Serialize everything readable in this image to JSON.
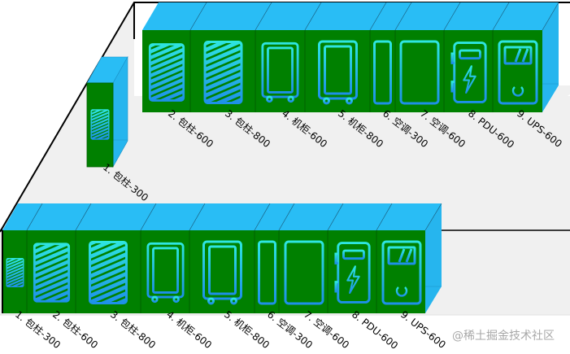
{
  "scene": {
    "type": "data-center-room-layout",
    "colors": {
      "floor": "#f0f0f0",
      "cabinet_front": "#008000",
      "cabinet_top": "#29bdf5",
      "cabinet_side": "#26b5ee",
      "icon_gradient_top": "#2ee6e0",
      "icon_gradient_bottom": "#1e8fe8",
      "wall_line": "#000000"
    }
  },
  "rows": {
    "back_row": {
      "items": [
        {
          "index": "2",
          "label": "2. 包柱-600",
          "icon": "pillar-hatched-icon"
        },
        {
          "index": "3",
          "label": "3. 包柱-800",
          "icon": "pillar-hatched-icon"
        },
        {
          "index": "4",
          "label": "4. 机柜-600",
          "icon": "server-rack-icon"
        },
        {
          "index": "5",
          "label": "5. 机柜-800",
          "icon": "server-rack-icon"
        },
        {
          "index": "6",
          "label": "6. 空调-300",
          "icon": "air-conditioner-icon"
        },
        {
          "index": "7",
          "label": "7. 空调-600",
          "icon": "air-conditioner-icon"
        },
        {
          "index": "8",
          "label": "8. PDU-600",
          "icon": "pdu-lightning-icon"
        },
        {
          "index": "9",
          "label": "9. UPS-600",
          "icon": "ups-power-icon"
        }
      ]
    },
    "single_column": {
      "items": [
        {
          "index": "1",
          "label": "1. 包柱-300",
          "icon": "pillar-hatched-icon"
        }
      ]
    },
    "front_row": {
      "items": [
        {
          "index": "1",
          "label": "1. 包柱-300",
          "icon": "pillar-hatched-icon"
        },
        {
          "index": "2",
          "label": "2. 包柱-600",
          "icon": "pillar-hatched-icon"
        },
        {
          "index": "3",
          "label": "3. 包柱-800",
          "icon": "pillar-hatched-icon"
        },
        {
          "index": "4",
          "label": "4. 机柜-600",
          "icon": "server-rack-icon"
        },
        {
          "index": "5",
          "label": "5. 机柜-800",
          "icon": "server-rack-icon"
        },
        {
          "index": "6",
          "label": "6. 空调-300",
          "icon": "air-conditioner-icon"
        },
        {
          "index": "7",
          "label": "7. 空调-600",
          "icon": "air-conditioner-icon"
        },
        {
          "index": "8",
          "label": "8. PDU-600",
          "icon": "pdu-lightning-icon"
        },
        {
          "index": "9",
          "label": "9. UPS-600",
          "icon": "ups-power-icon"
        }
      ]
    }
  },
  "watermark": "@稀土掘金技术社区"
}
